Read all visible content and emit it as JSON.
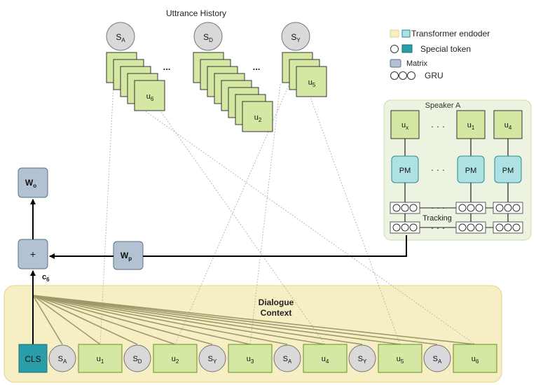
{
  "history": {
    "title": "Uttrance History",
    "speakers": [
      {
        "main": "S",
        "sub": "A"
      },
      {
        "main": "S",
        "sub": "D"
      },
      {
        "main": "S",
        "sub": "Y"
      }
    ],
    "front_utterances": [
      {
        "main": "u",
        "sub": "6"
      },
      {
        "main": "u",
        "sub": "2"
      },
      {
        "main": "u",
        "sub": "5"
      }
    ],
    "ellipsis": "..."
  },
  "legend": {
    "items": [
      {
        "label": "Transformer endoder",
        "kind": "transformer"
      },
      {
        "label": "Special token",
        "kind": "special"
      },
      {
        "label": "Matrix",
        "kind": "matrix"
      },
      {
        "label": "GRU",
        "kind": "gru"
      }
    ]
  },
  "speaker_panel": {
    "title": "Speaker A",
    "utterances": [
      {
        "main": "u",
        "sub": "x"
      },
      {
        "main": "u",
        "sub": "1"
      },
      {
        "main": "u",
        "sub": "4"
      }
    ],
    "pm_label": "PM",
    "tracking_label": "Tracking",
    "dots": "· · ·"
  },
  "matrices": {
    "wo": {
      "main": "W",
      "sub": "o"
    },
    "wp": {
      "main": "W",
      "sub": "p"
    },
    "plus": "+"
  },
  "c6": {
    "main": "c",
    "sub": "6"
  },
  "context": {
    "title_line1": "Dialogue",
    "title_line2": "Context",
    "cls": "CLS",
    "tokens": [
      {
        "type": "speaker",
        "main": "S",
        "sub": "A"
      },
      {
        "type": "utt",
        "main": "u",
        "sub": "1"
      },
      {
        "type": "speaker",
        "main": "S",
        "sub": "D"
      },
      {
        "type": "utt",
        "main": "u",
        "sub": "2"
      },
      {
        "type": "speaker",
        "main": "S",
        "sub": "Y"
      },
      {
        "type": "utt",
        "main": "u",
        "sub": "3"
      },
      {
        "type": "speaker",
        "main": "S",
        "sub": "A"
      },
      {
        "type": "utt",
        "main": "u",
        "sub": "4"
      },
      {
        "type": "speaker",
        "main": "S",
        "sub": "Y"
      },
      {
        "type": "utt",
        "main": "u",
        "sub": "5"
      },
      {
        "type": "speaker",
        "main": "S",
        "sub": "A"
      },
      {
        "type": "utt",
        "main": "u",
        "sub": "6"
      }
    ]
  },
  "colors": {
    "green_fill": "#d5e8a3",
    "green_stroke": "#6b8e23",
    "context_bg": "#f7efc4",
    "context_stroke": "#e6d38a",
    "panel_bg": "#edf3e1",
    "panel_stroke": "#c9dcb0",
    "cyan_fill": "#aee1e3",
    "cyan_stroke": "#2c8a92",
    "cls_fill": "#2a9ea8",
    "matrix_fill": "#b3c2d3",
    "matrix_stroke": "#5d6f84",
    "circle_fill": "#d9d9d9",
    "circle_stroke": "#777777"
  }
}
